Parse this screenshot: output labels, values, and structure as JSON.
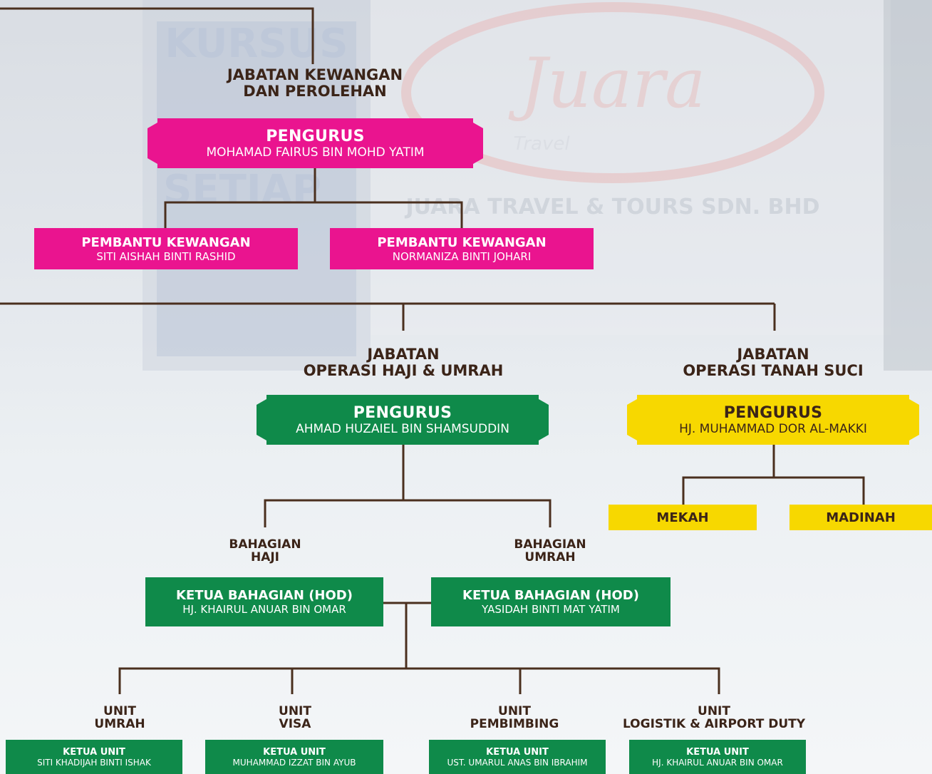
{
  "colors": {
    "line": "#4a2f1e",
    "pink": "#ea148f",
    "green": "#0f8a4a",
    "yellow": "#f7d800",
    "text_dark": "#3b2418"
  },
  "finance": {
    "title_line1": "JABATAN KEWANGAN",
    "title_line2": "DAN PEROLEHAN",
    "manager": {
      "role": "PENGURUS",
      "name": "MOHAMAD FAIRUS BIN MOHD YATIM"
    },
    "assistants": [
      {
        "role": "PEMBANTU KEWANGAN",
        "name": "SITI AISHAH BINTI RASHID"
      },
      {
        "role": "PEMBANTU KEWANGAN",
        "name": "NORMANIZA BINTI JOHARI"
      }
    ]
  },
  "operations": {
    "title_line1": "JABATAN",
    "title_line2": "OPERASI HAJI & UMRAH",
    "manager": {
      "role": "PENGURUS",
      "name": "AHMAD HUZAIEL BIN SHAMSUDDIN"
    },
    "divisions": [
      {
        "label_line1": "BAHAGIAN",
        "label_line2": "HAJI",
        "role": "KETUA BAHAGIAN (HOD)",
        "name": "HJ. KHAIRUL ANUAR BIN OMAR"
      },
      {
        "label_line1": "BAHAGIAN",
        "label_line2": "UMRAH",
        "role": "KETUA BAHAGIAN (HOD)",
        "name": "YASIDAH BINTI MAT YATIM"
      }
    ],
    "units": [
      {
        "label_line1": "UNIT",
        "label_line2": "UMRAH",
        "role": "KETUA UNIT",
        "name": "SITI KHADIJAH BINTI ISHAK"
      },
      {
        "label_line1": "UNIT",
        "label_line2": "VISA",
        "role": "KETUA UNIT",
        "name": "MUHAMMAD IZZAT BIN AYUB"
      },
      {
        "label_line1": "UNIT",
        "label_line2": "PEMBIMBING",
        "role": "KETUA UNIT",
        "name": "UST. UMARUL ANAS BIN IBRAHIM"
      },
      {
        "label_line1": "UNIT",
        "label_line2": "LOGISTIK & AIRPORT DUTY",
        "role": "KETUA UNIT",
        "name": "HJ. KHAIRUL ANUAR BIN OMAR"
      }
    ]
  },
  "holy_land": {
    "title_line1": "JABATAN",
    "title_line2": "OPERASI TANAH SUCI",
    "manager": {
      "role": "PENGURUS",
      "name": "HJ. MUHAMMAD DOR AL-MAKKI"
    },
    "cities": [
      "MEKAH",
      "MADINAH"
    ]
  },
  "background_signage": {
    "brand": "Juara",
    "brand_sub": "Travel",
    "company": "JUARA TRAVEL & TOURS SDN. BHD",
    "left_sign_1": "KURSUS",
    "left_sign_2": "SETIAP"
  }
}
